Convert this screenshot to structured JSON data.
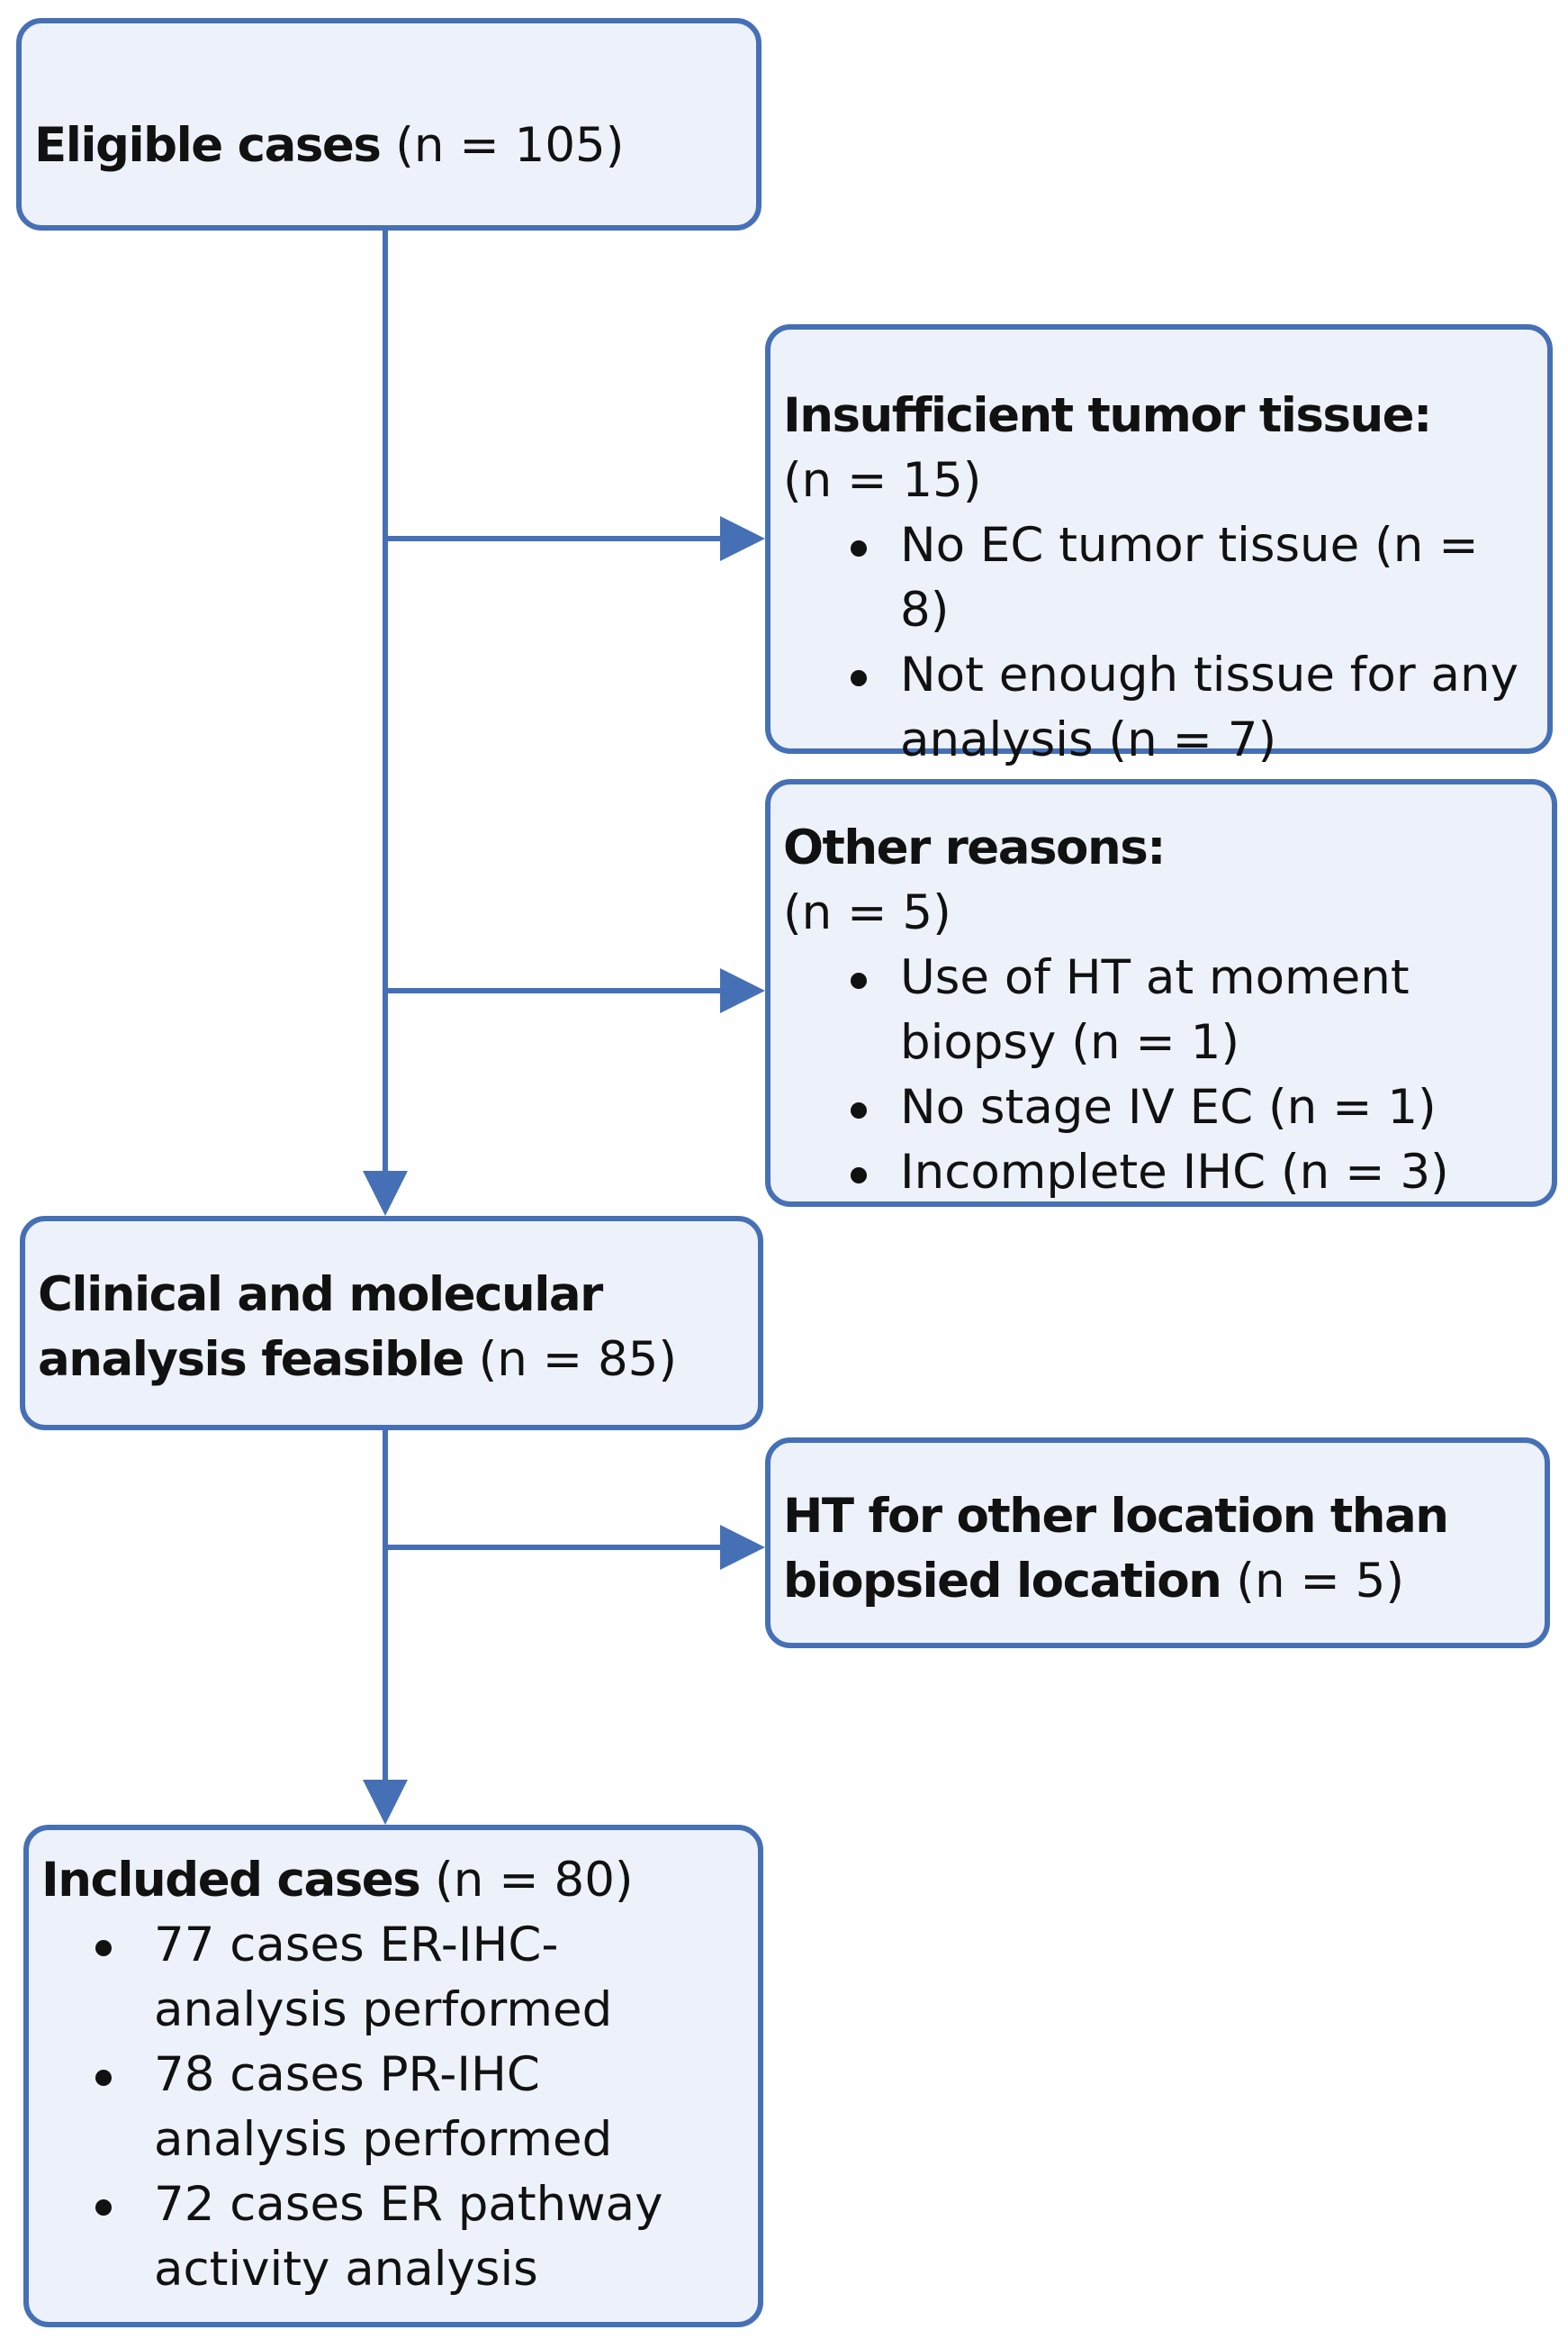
{
  "diagram": {
    "nodes": {
      "eligible": {
        "title": "Eligible cases",
        "count": "(n = 105)"
      },
      "insufficient": {
        "title": "Insufficient tumor tissue:",
        "count": "(n = 15)",
        "items": [
          "No EC tumor tissue (n = 8)",
          "Not enough tissue for any analysis (n = 7)"
        ]
      },
      "other": {
        "title": "Other reasons:",
        "count": "(n = 5)",
        "items": [
          "Use of HT at moment biopsy (n = 1)",
          "No stage IV EC (n = 1)",
          "Incomplete IHC (n = 3)"
        ]
      },
      "clinical": {
        "title_line1": "Clinical and molecular",
        "title_line2": "analysis feasible",
        "count": "(n = 85)"
      },
      "ht_other": {
        "title_line1": "HT for other location than",
        "title_line2": "biopsied location",
        "count": "(n = 5)"
      },
      "included": {
        "title": "Included cases",
        "count": "(n = 80)",
        "items": [
          "77 cases ER-IHC-analysis performed",
          "78 cases PR-IHC analysis performed",
          "72 cases ER pathway activity analysis"
        ]
      }
    },
    "edges": [
      {
        "from": "eligible",
        "to": "clinical"
      },
      {
        "from": "eligible",
        "to": "insufficient"
      },
      {
        "from": "eligible",
        "to": "other"
      },
      {
        "from": "clinical",
        "to": "included"
      },
      {
        "from": "clinical",
        "to": "ht_other"
      }
    ],
    "colors": {
      "box_fill": "#edf2fa",
      "box_border": "#4670b6",
      "connector": "#4670b6",
      "text": "#111111"
    }
  }
}
